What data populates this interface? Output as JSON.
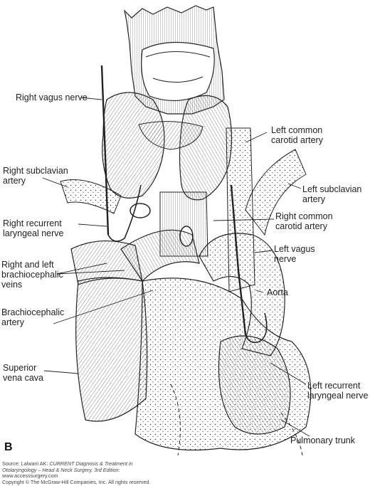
{
  "panel_label": "B",
  "labels": {
    "right_vagus_nerve": "Right vagus nerve",
    "left_common_carotid_l1": "Left common",
    "left_common_carotid_l2": "carotid artery",
    "right_subclavian_l1": "Right subclavian",
    "right_subclavian_l2": "artery",
    "left_subclavian_l1": "Left subclavian",
    "left_subclavian_l2": "artery",
    "right_recurrent_l1": "Right recurrent",
    "right_recurrent_l2": "laryngeal nerve",
    "right_common_carotid_l1": "Right common",
    "right_common_carotid_l2": "carotid artery",
    "left_vagus_l1": "Left vagus",
    "left_vagus_l2": "nerve",
    "brachiocephalic_veins_l1": "Right and left",
    "brachiocephalic_veins_l2": "brachiocephalic",
    "brachiocephalic_veins_l3": "veins",
    "aorta": "Aorta",
    "brachiocephalic_artery_l1": "Brachiocephalic",
    "brachiocephalic_artery_l2": "artery",
    "superior_vena_cava_l1": "Superior",
    "superior_vena_cava_l2": "vena cava",
    "left_recurrent_l1": "Left recurrent",
    "left_recurrent_l2": "laryngeal nerve",
    "pulmonary_trunk": "Pulmonary trunk"
  },
  "source": {
    "line1_prefix": "Source: Lalwani AK: ",
    "line1_italic": "CURRENT Diagnosis & Treatment in",
    "line2_italic": "Otolaryngology – Head & Neck Surgery, 3rd Edition",
    "line2_suffix": ":",
    "line3": "www.accesssurgery.com",
    "line4": "Copyright © The McGraw-Hill Companies, Inc. All rights reserved."
  }
}
